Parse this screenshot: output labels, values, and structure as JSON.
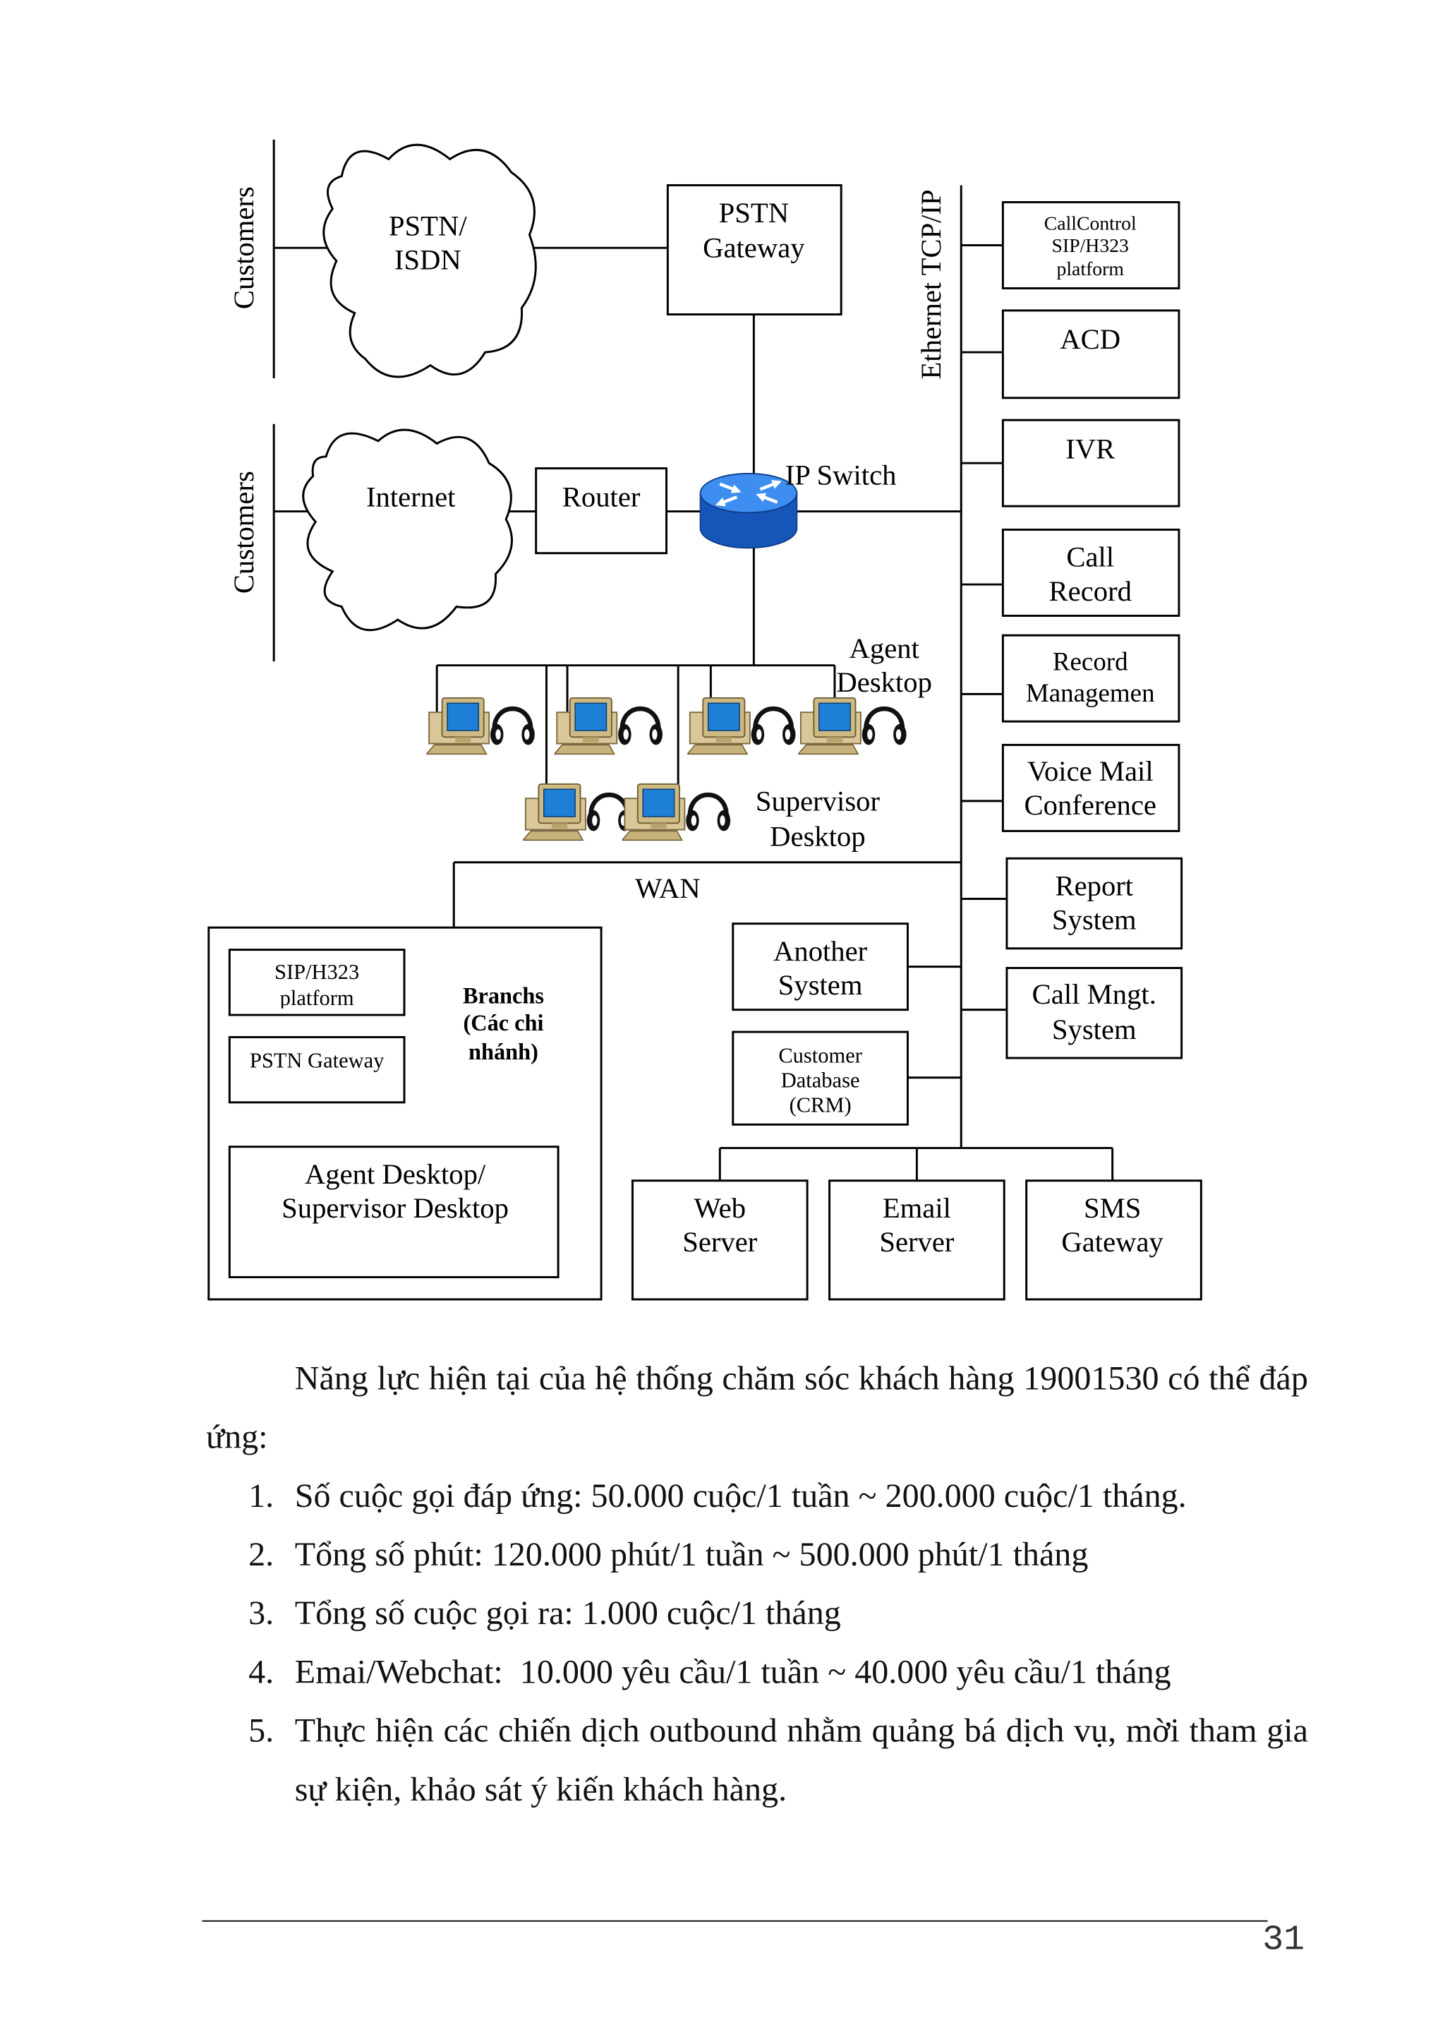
{
  "diagram": {
    "customers_top": "Customers",
    "customers_bottom": "Customers",
    "pstn_isdn_cloud": {
      "line1": "PSTN/",
      "line2": "ISDN"
    },
    "internet_cloud": "Internet",
    "router": "Router",
    "pstn_gateway": {
      "line1": "PSTN",
      "line2": "Gateway"
    },
    "ip_switch": "IP Switch",
    "ethernet_bus": "Ethernet TCP/IP",
    "agent_desktop": {
      "line1": "Agent",
      "line2": "Desktop"
    },
    "supervisor_desktop": {
      "line1": "Supervisor",
      "line2": "Desktop"
    },
    "wan": "WAN",
    "systems": [
      {
        "lines": [
          "CallControl",
          "SIP/H323",
          "platform"
        ]
      },
      {
        "lines": [
          "ACD"
        ]
      },
      {
        "lines": [
          "IVR"
        ]
      },
      {
        "lines": [
          "Call",
          "Record"
        ]
      },
      {
        "lines": [
          "Record",
          "Managemen"
        ]
      },
      {
        "lines": [
          "Voice Mail",
          "Conference"
        ]
      },
      {
        "lines": [
          "Report",
          "System"
        ]
      },
      {
        "lines": [
          "Call Mngt.",
          "System"
        ]
      }
    ],
    "another_system": {
      "lines": [
        "Another",
        "System"
      ]
    },
    "customer_database": {
      "lines": [
        "Customer",
        "Database",
        "(CRM)"
      ]
    },
    "servers": [
      {
        "lines": [
          "Web",
          "Server"
        ]
      },
      {
        "lines": [
          "Email",
          "Server"
        ]
      },
      {
        "lines": [
          "SMS",
          "Gateway"
        ]
      }
    ],
    "branch": {
      "sip_platform": [
        "SIP/H323",
        "platform"
      ],
      "pstn_gateway": "PSTN Gateway",
      "title": [
        "Branchs",
        "(Các chi",
        "nhánh)"
      ],
      "desktops": [
        "Agent Desktop/",
        "Supervisor Desktop"
      ]
    },
    "icons": {
      "switch": "router-icon",
      "agent": "agent-workstation-icon",
      "supervisor": "supervisor-workstation-icon"
    },
    "colors": {
      "switch_top": "#3d8ef0",
      "switch_body": "#1656b8",
      "screen": "#1d7fd6",
      "computer_case": "#d9c79a"
    }
  },
  "body": {
    "paragraph": "Năng lực hiện tại của hệ thống chăm sóc khách hàng 19001530 có thể đáp ứng:",
    "list": [
      {
        "number": "1.",
        "text": "Số cuộc gọi đáp ứng: 50.000 cuộc/1 tuần ~ 200.000 cuộc/1 tháng."
      },
      {
        "number": "2.",
        "text": "Tổng số phút: 120.000 phút/1 tuần ~ 500.000 phút/1 tháng"
      },
      {
        "number": "3.",
        "text": "Tổng số cuộc gọi ra: 1.000 cuộc/1 tháng"
      },
      {
        "number": "4.",
        "text": "Emai/Webchat:  10.000 yêu cầu/1 tuần ~ 40.000 yêu cầu/1 tháng"
      },
      {
        "number": "5.",
        "text": "Thực hiện các chiến dịch outbound nhằm quảng bá dịch vụ, mời tham gia sự kiện, khảo sát ý kiến khách hàng."
      }
    ]
  },
  "footer": {
    "page_number": "31"
  }
}
